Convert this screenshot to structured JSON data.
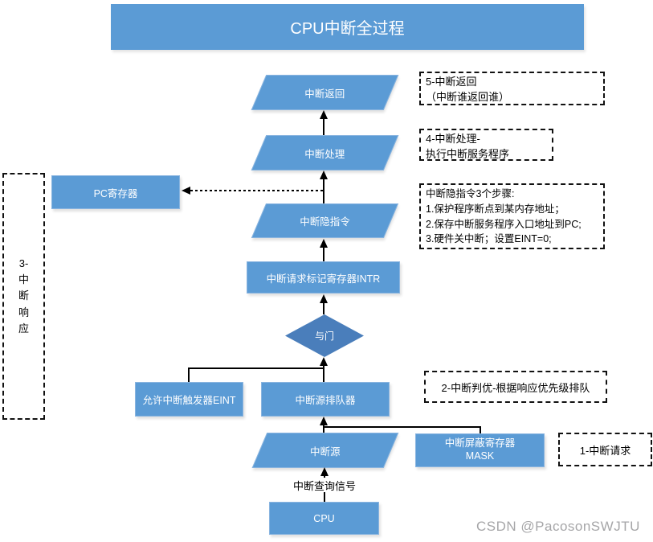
{
  "title": "CPU中断全过程",
  "watermark": "CSDN @PacosonSWJTU",
  "colors": {
    "shape_blue": "#5B9BD5",
    "gate_blue": "#4A7EBB",
    "connector_black": "#000000",
    "watermark_gray": "#A6A6A8"
  },
  "nodes": {
    "interrupt_return": {
      "label": "中断返回"
    },
    "interrupt_handling": {
      "label": "中断处理"
    },
    "pc_register": {
      "label": "PC寄存器"
    },
    "implied_instruction": {
      "label": "中断隐指令"
    },
    "intr_register": {
      "label": "中断请求标记寄存器INTR"
    },
    "and_gate": {
      "label": "与门"
    },
    "eint_trigger": {
      "label": "允许中断触发器EINT"
    },
    "source_queue": {
      "label": "中断源排队器"
    },
    "interrupt_source": {
      "label": "中断源"
    },
    "mask_register": {
      "line1": "中断屏蔽寄存器",
      "line2": "MASK"
    },
    "cpu": {
      "label": "CPU"
    }
  },
  "labels": {
    "query_signal": "中断查询信号"
  },
  "annotations": {
    "step5": {
      "line1": "5-中断返回",
      "line2": "（中断谁返回谁）"
    },
    "step4": {
      "line1": "4-中断处理-",
      "line2": "执行中断服务程序"
    },
    "implied_steps": {
      "line1": "中断隐指令3个步骤:",
      "line2": "1.保护程序断点到某内存地址；",
      "line3": "2.保存中断服务程序入口地址到PC;",
      "line4": "3.硬件关中断；设置EINT=0;"
    },
    "step3": {
      "chars": [
        "3-",
        "中",
        "断",
        "响",
        "应"
      ]
    },
    "step2": {
      "text": "2-中断判优-根据响应优先级排队"
    },
    "step1": {
      "text": "1-中断请求"
    }
  }
}
